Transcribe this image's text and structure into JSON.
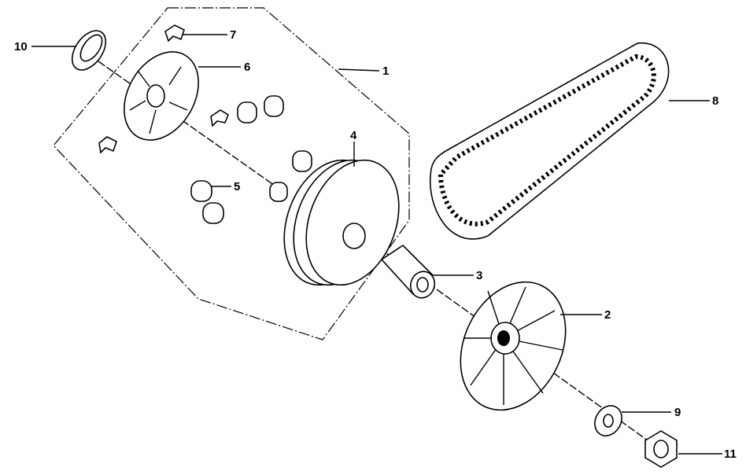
{
  "diagram": {
    "title": "",
    "callouts": [
      {
        "id": "1",
        "part": "drive-pulley-assembly"
      },
      {
        "id": "2",
        "part": "fan-sheave"
      },
      {
        "id": "3",
        "part": "collar"
      },
      {
        "id": "4",
        "part": "movable-drive-face"
      },
      {
        "id": "5",
        "part": "weight-roller"
      },
      {
        "id": "6",
        "part": "ramp-plate"
      },
      {
        "id": "7",
        "part": "slider-piece"
      },
      {
        "id": "8",
        "part": "drive-belt"
      },
      {
        "id": "9",
        "part": "washer"
      },
      {
        "id": "10",
        "part": "oil-seal"
      },
      {
        "id": "11",
        "part": "flange-nut"
      }
    ]
  }
}
